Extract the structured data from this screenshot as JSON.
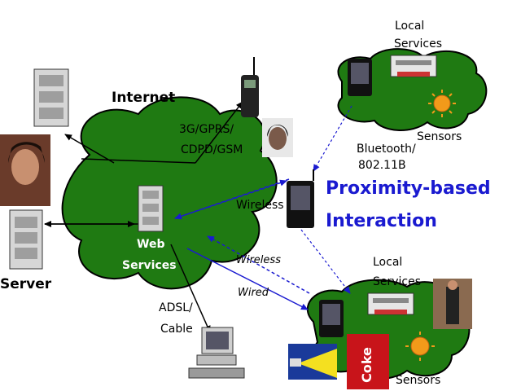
{
  "labels": {
    "internet": "Internet",
    "server": "Server",
    "web_services_1": "Web",
    "web_services_2": "Services",
    "cellular_1": "3G/GPRS/",
    "cellular_2": "CDPD/GSM",
    "wireless_top": "Wireless",
    "wireless_mid": "Wireless",
    "wired": "Wired",
    "adsl_1": "ADSL/",
    "adsl_2": "Cable",
    "bluetooth_1": "Bluetooth/",
    "bluetooth_2": "802.11B",
    "proximity_1": "Proximity-based",
    "proximity_2": "Interaction",
    "local_services_top_1": "Local",
    "local_services_top_2": "Services",
    "sensors_top": "Sensors",
    "local_services_bottom_1": "Local",
    "local_services_bottom_2": "Services",
    "sensors_bottom": "Sensors",
    "coke": "Coke"
  },
  "icons": [
    "server-icon",
    "web-server-icon",
    "mobile-phone-icon",
    "pda-icon",
    "printer-icon",
    "sun-sensor-icon",
    "desktop-computer-icon",
    "person-photo",
    "coke-can-photo",
    "projector-icon"
  ],
  "colors": {
    "cloud_green": "#1f7a12",
    "arrow_blue": "#1a1ad0",
    "text_blue": "#1a1ad0"
  }
}
